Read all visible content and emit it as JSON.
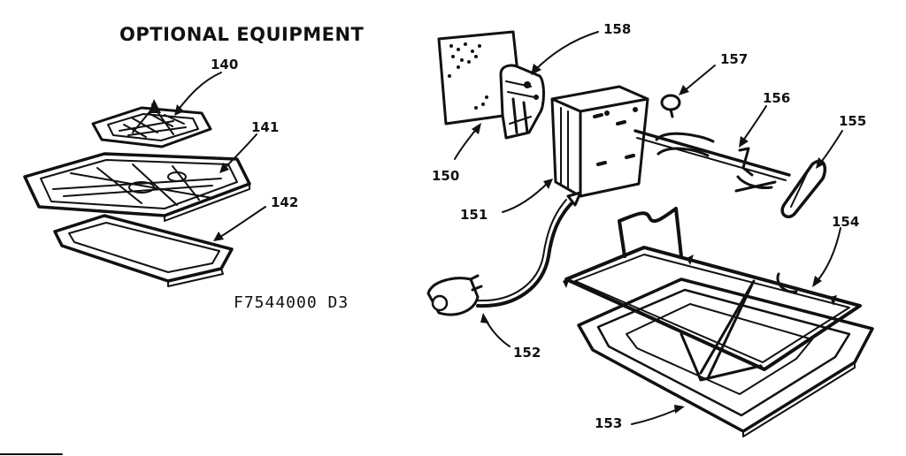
{
  "title": "OPTIONAL EQUIPMENT",
  "drawing_code": "F7544000 D3",
  "callouts": {
    "c140": "140",
    "c141": "141",
    "c142": "142",
    "c150": "150",
    "c151": "151",
    "c152": "152",
    "c153": "153",
    "c154": "154",
    "c155": "155",
    "c156": "156",
    "c157": "157",
    "c158": "158"
  }
}
